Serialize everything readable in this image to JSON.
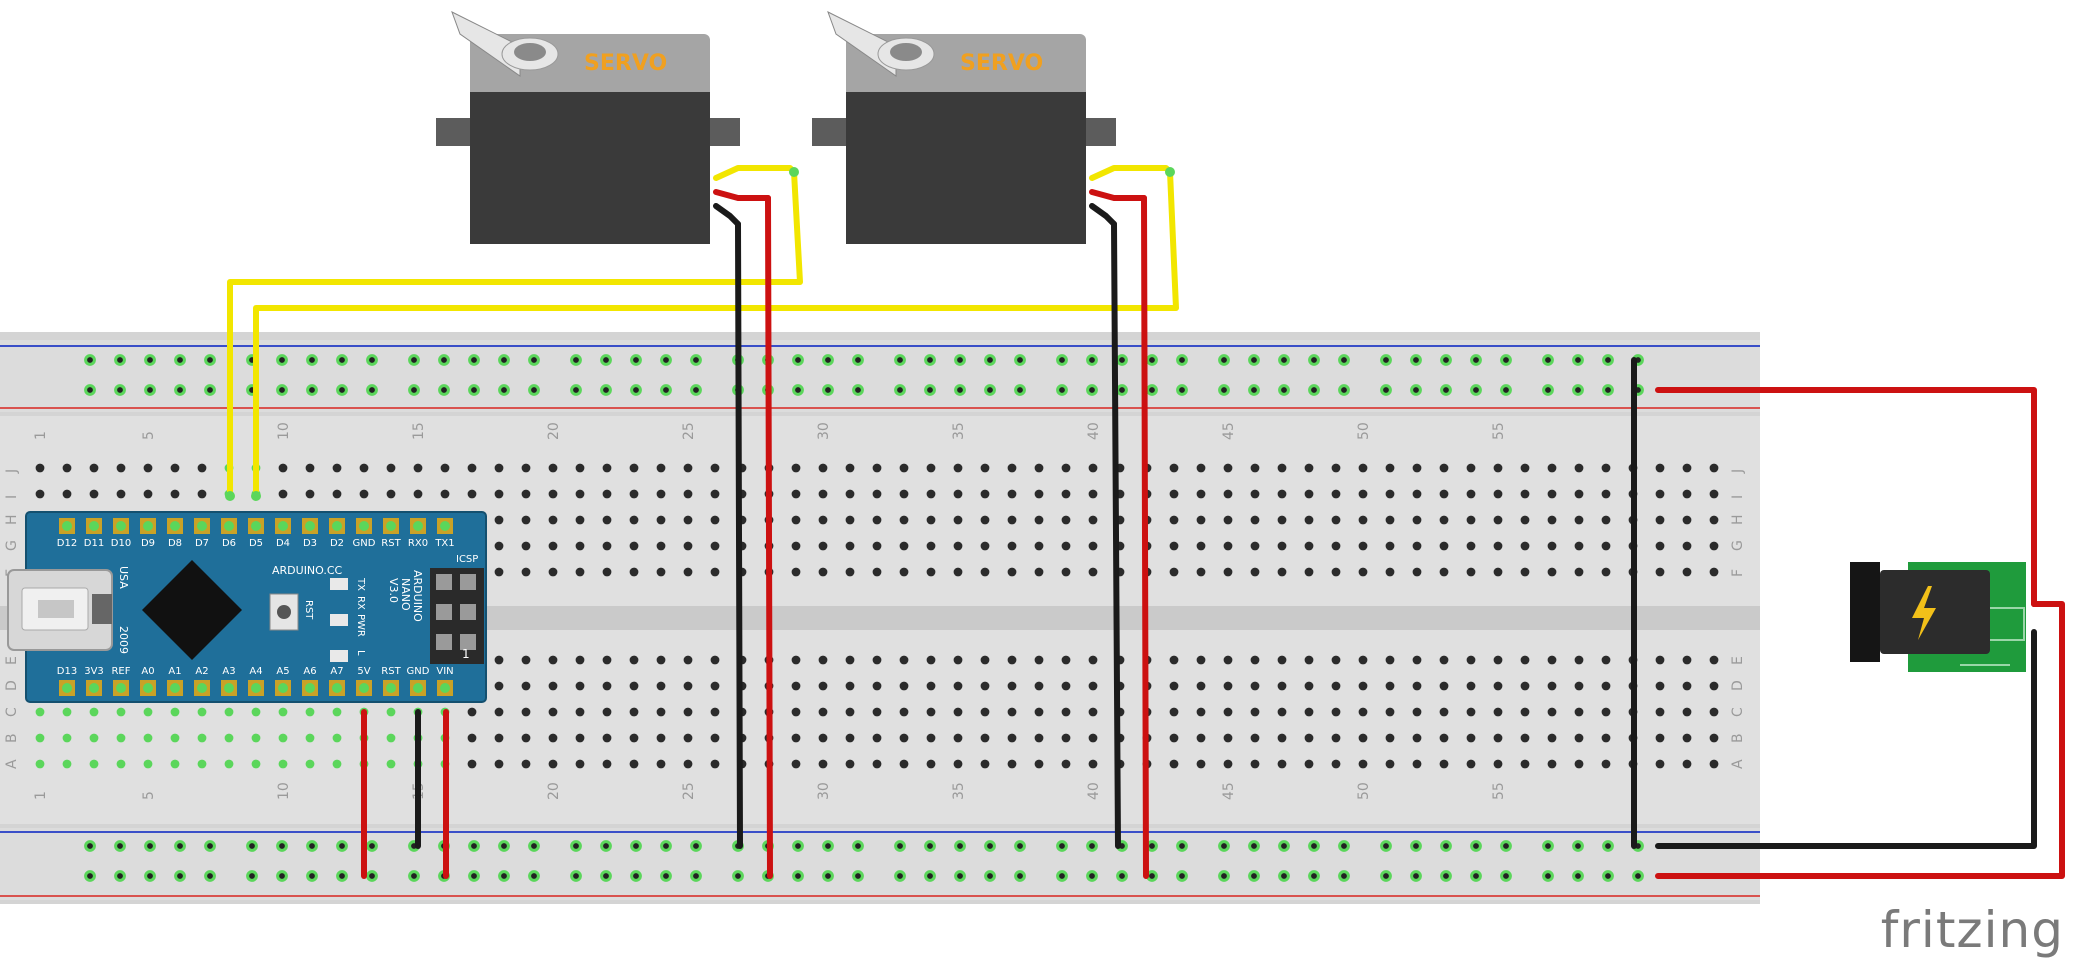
{
  "servos": [
    {
      "label": "SERVO"
    },
    {
      "label": "SERVO"
    }
  ],
  "breadboard": {
    "column_numbers": [
      "1",
      "5",
      "10",
      "15",
      "20",
      "25",
      "30",
      "35",
      "40",
      "45",
      "50",
      "55"
    ],
    "top_row_letters": [
      "J",
      "I",
      "H",
      "G",
      "F"
    ],
    "bottom_row_letters": [
      "E",
      "D",
      "C",
      "B",
      "A"
    ]
  },
  "arduino": {
    "top_pins": [
      "D12",
      "D11",
      "D10",
      "D9",
      "D8",
      "D7",
      "D6",
      "D5",
      "D4",
      "D3",
      "D2",
      "GND",
      "RST",
      "RX0",
      "TX1"
    ],
    "bottom_pins": [
      "D13",
      "3V3",
      "REF",
      "A0",
      "A1",
      "A2",
      "A3",
      "A4",
      "A5",
      "A6",
      "A7",
      "5V",
      "RST",
      "GND",
      "VIN"
    ],
    "usa": "USA",
    "year": "2009",
    "site": "ARDUINO.CC",
    "rst": "RST",
    "led_tx": "TX",
    "led_rx": "RX",
    "led_pwr": "PWR",
    "led_l": "L",
    "name_line1": "ARDUINO",
    "name_line2": "NANO",
    "name_line3": "V3.0",
    "icsp": "ICSP",
    "icsp_one": "1"
  },
  "power_jack": {
    "icon": "lightning-icon"
  },
  "branding": {
    "logo": "fritzing"
  },
  "colors": {
    "wire_red": "#cc1111",
    "wire_yellow": "#f2e600",
    "wire_black": "#1a1a1a",
    "rail_red": "#d9534f",
    "rail_blue": "#3a4fc8",
    "hole_green": "#5bd65b",
    "board_blue": "#1f6f9a",
    "jack_pcb": "#1f9b3c"
  }
}
